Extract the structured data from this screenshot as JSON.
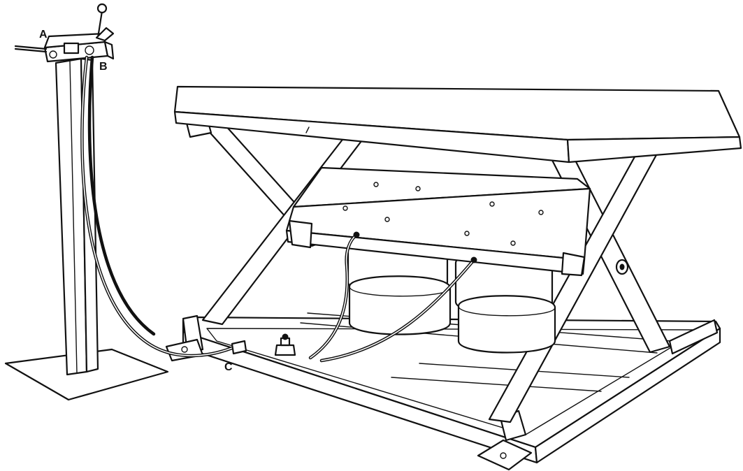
{
  "callouts": {
    "a": "A",
    "b": "B",
    "c": "C"
  },
  "colors": {
    "ink": "#111111",
    "paper": "#ffffff"
  }
}
